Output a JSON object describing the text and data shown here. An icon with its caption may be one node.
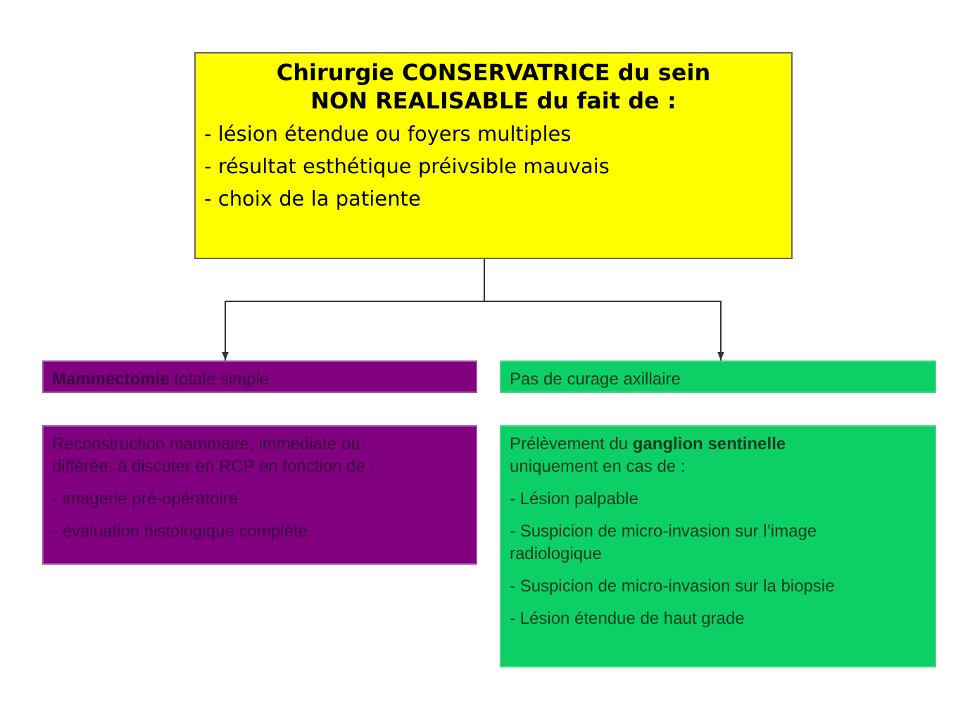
{
  "diagram": {
    "nodes": [
      {
        "text": [
          "Chirurgie CONSERVATRICE du sein NON REALISABLE du fait de :",
          "- lésion étendue ou foyers multiples",
          "- résultat esthétique préivsible mauvais",
          "- choix de la patiente"
        ]
      },
      {
        "text": [
          "**Mammectomie** totale simple"
        ]
      },
      {
        "text": [
          "Pas de curage axillaire"
        ]
      },
      {
        "text": [
          "Reconstruction mammaire, immédiate ou différée, à discuter en RCP en fonction de :",
          "- imagerie pré-opératoire",
          "- évaluation histologique complète"
        ]
      },
      {
        "text": [
          "Prélèvement du **ganglion sentinelle** uniquement en cas de :",
          "- Lésion palpable",
          "- Suspicion de micro-invasion sur l’image radiologique",
          "- Suspicion de micro-invasion sur la biopsie",
          "- Lésion étendue de haut grade"
        ]
      }
    ],
    "edges": [
      {
        "from": 0,
        "to": 1,
        "arrow": "to"
      },
      {
        "from": 0,
        "to": 2,
        "arrow": "to"
      }
    ]
  }
}
